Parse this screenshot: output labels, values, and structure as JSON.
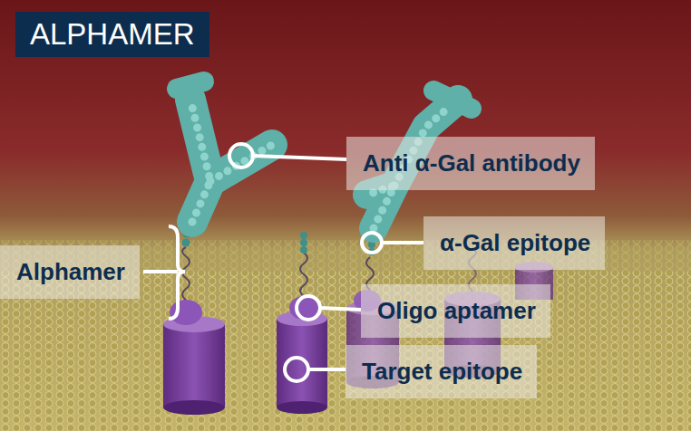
{
  "diagram": {
    "title": "ALPHAMER",
    "labels": [
      "Anti α-Gal antibody",
      "α-Gal epitope",
      "Oligo aptamer",
      "Target epitope",
      "Alphamer"
    ]
  }
}
